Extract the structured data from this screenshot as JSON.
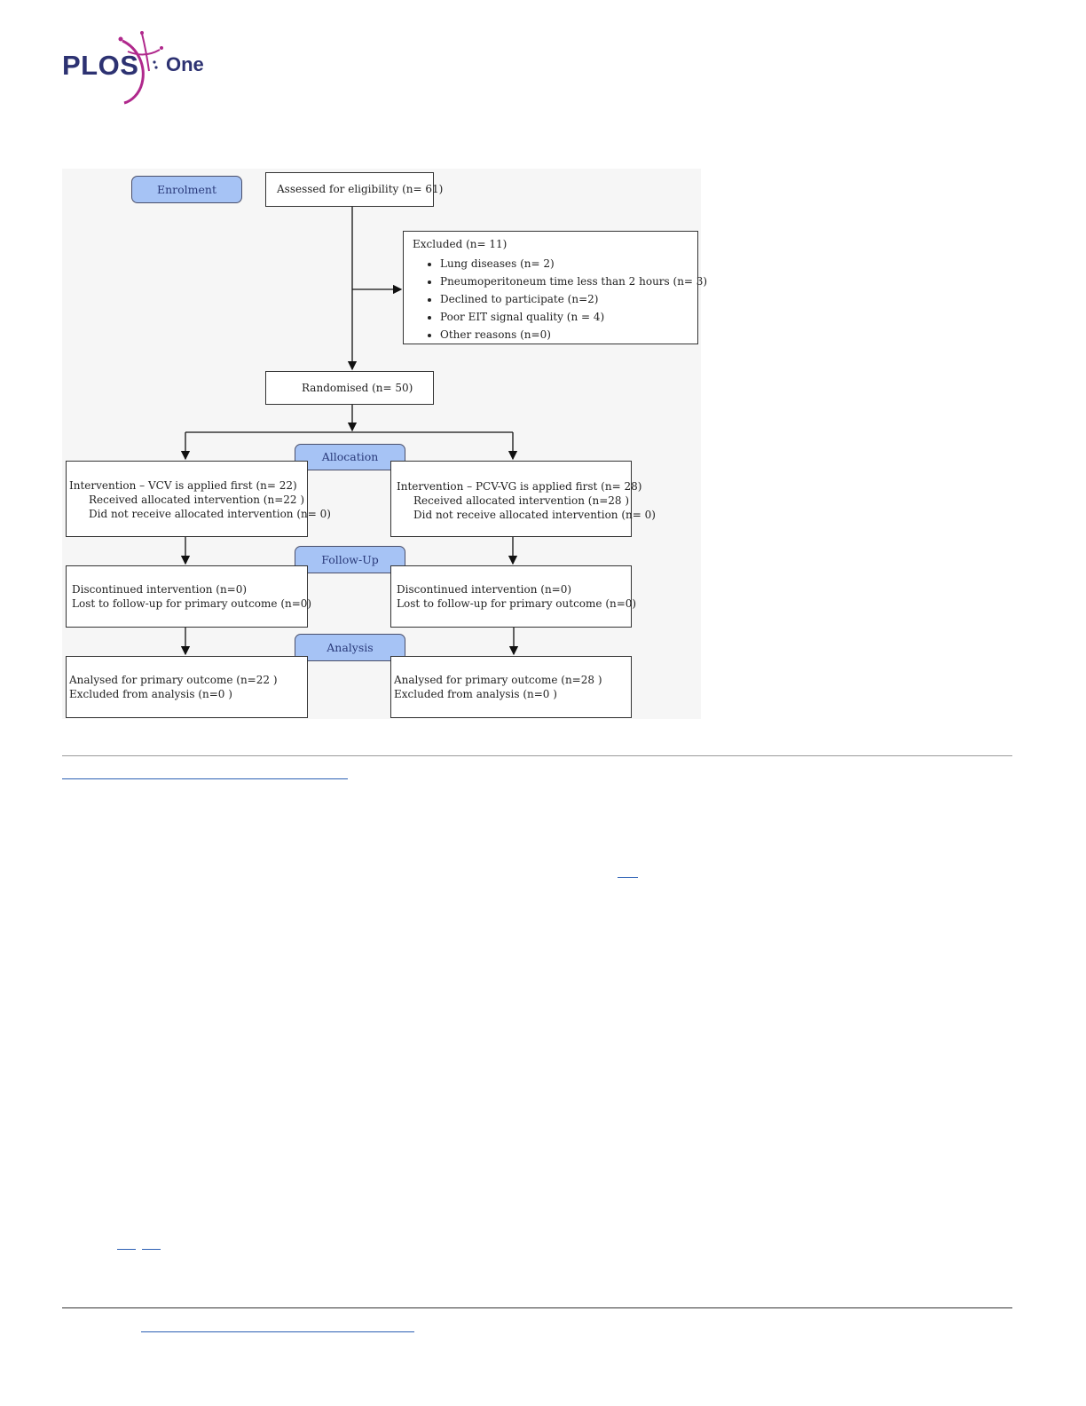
{
  "header": {
    "journal_name": "PLOS",
    "journal_sub": "One",
    "brand_colors": {
      "navy": "#2d3272",
      "magenta": "#b0288c"
    }
  },
  "flowchart": {
    "stages": {
      "enrolment": "Enrolment",
      "allocation": "Allocation",
      "follow_up": "Follow-Up",
      "analysis": "Analysis"
    },
    "assessed": "Assessed for eligibility (n= 61)",
    "excluded": {
      "title": "Excluded (n= 11)",
      "reasons": [
        "Lung diseases (n= 2)",
        "Pneumoperitoneum time less than 2 hours (n= 3)",
        "Declined to participate (n=2)",
        "Poor EIT signal quality (n = 4)",
        "Other reasons (n=0)"
      ]
    },
    "randomised": "Randomised (n= 50)",
    "allocation": {
      "left": [
        "Intervention – VCV is applied first (n= 22)",
        "Received allocated intervention (n=22 )",
        "Did not receive allocated intervention  (n= 0)"
      ],
      "right": [
        "Intervention – PCV-VG is applied first (n= 28)",
        "Received allocated intervention (n=28 )",
        "Did not receive allocated intervention  (n= 0)"
      ]
    },
    "follow_up": {
      "left": [
        "Discontinued intervention  (n=0)",
        "Lost to follow-up for primary outcome  (n=0)"
      ],
      "right": [
        "Discontinued intervention  (n=0)",
        "Lost to follow-up for primary outcome  (n=0)"
      ]
    },
    "analysis": {
      "left": [
        "Analysed for primary outcome (n=22 )",
        "Excluded from analysis (n=0 )"
      ],
      "right": [
        "Analysed for primary outcome (n=28 )",
        "Excluded from analysis (n=0 )"
      ]
    },
    "colors": {
      "stage_fill": "#a6c3f5",
      "stage_text": "#2a3a7a"
    }
  }
}
